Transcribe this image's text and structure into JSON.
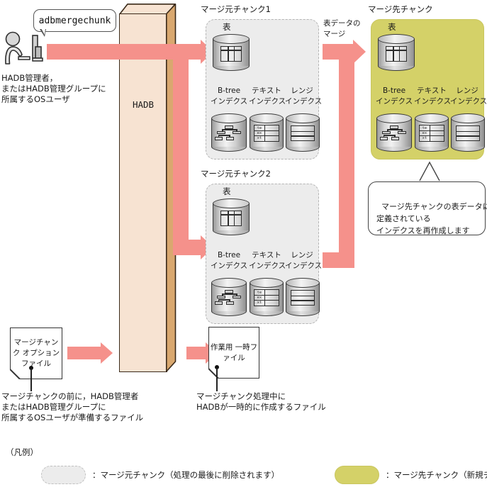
{
  "diagram": {
    "command_bubble": "adbmergechunk",
    "actor_caption": "HADB管理者，\nまたはHADB管理グループに\n所属するOSユーザ",
    "hadb_label": "HADB",
    "table_merge_label": "表データの\nマージ",
    "source_chunk1_title": "マージ元チャンク1",
    "source_chunk2_title": "マージ元チャンク2",
    "dest_chunk_title": "マージ先チャンク",
    "table_label": "表",
    "index_labels": [
      {
        "name": "B-tree\nインデクス",
        "glyph": "btree-icon"
      },
      {
        "name": "テキスト\nインデクス",
        "glyph": "text-index-icon"
      },
      {
        "name": "レンジ\nインデクス",
        "glyph": "range-index-icon"
      }
    ],
    "text_index_cells": [
      "te",
      "ex",
      "xt"
    ],
    "callout_text": "マージ先チャンクの表データに\n定義されている\nインデクスを再作成します",
    "option_file_label": "マージチャンク\nオプション\nファイル",
    "option_file_caption": "マージチャンクの前に，HADB管理者\nまたはHADB管理グループに\n所属するOSユーザが準備するファイル",
    "temp_file_label": "作業用\n一時ファイル",
    "temp_file_caption": "マージチャンク処理中に\nHADBが一時的に作成するファイル"
  },
  "legend": {
    "title": "（凡例）",
    "items": [
      {
        "swatch": "source-chunk-swatch",
        "text": "：マージ元チャンク（処理の最後に削除されます）"
      },
      {
        "swatch": "dest-chunk-swatch",
        "text": "：マージ先チャンク（新規チャンク）"
      }
    ]
  },
  "colors": {
    "arrow": "#f5918b",
    "hadb_front": "#f7e3d2",
    "hadb_side": "#d9a86f",
    "source_chunk": "#ececec",
    "dest_chunk": "#d4d168"
  }
}
